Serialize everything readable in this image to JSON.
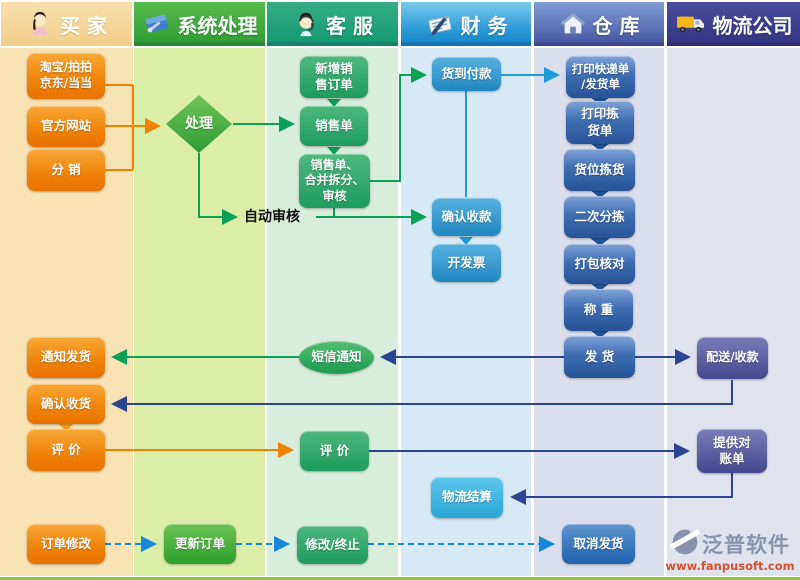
{
  "header": {
    "columns": [
      {
        "id": "buyer",
        "label": "买 家",
        "icon": "buyer-icon"
      },
      {
        "id": "system",
        "label": "系统处理",
        "icon": "system-icon"
      },
      {
        "id": "service",
        "label": "客 服",
        "icon": "service-icon"
      },
      {
        "id": "finance",
        "label": "财 务",
        "icon": "finance-icon"
      },
      {
        "id": "warehouse",
        "label": "仓 库",
        "icon": "warehouse-icon"
      },
      {
        "id": "logistics",
        "label": "物流公司",
        "icon": "logistics-icon"
      }
    ]
  },
  "nodes": {
    "taobao": {
      "label": "淘宝/拍拍\n京东/当当"
    },
    "website": {
      "label": "官方网站"
    },
    "distribution": {
      "label": "分 销"
    },
    "notify_ship": {
      "label": "通知发货"
    },
    "confirm_receive": {
      "label": "确认收货"
    },
    "review_buyer": {
      "label": "评 价"
    },
    "order_modify": {
      "label": "订单修改"
    },
    "process": {
      "label": "处理"
    },
    "auto_review": {
      "label": "自动审核"
    },
    "update_order": {
      "label": "更新订单"
    },
    "new_sales_order": {
      "label": "新增销\n售订单"
    },
    "sales_order": {
      "label": "销售单"
    },
    "sales_merge": {
      "label": "销售单、\n合并拆分、\n审核"
    },
    "sms_notify": {
      "label": "短信通知"
    },
    "review_service": {
      "label": "评 价"
    },
    "modify_stop": {
      "label": "修改/终止"
    },
    "cod": {
      "label": "货到付款"
    },
    "confirm_payment": {
      "label": "确认收款"
    },
    "invoice": {
      "label": "开发票"
    },
    "logistics_settle": {
      "label": "物流结算"
    },
    "print_express": {
      "label": "打印快递单\n/发货单"
    },
    "print_pick": {
      "label": "打印拣\n货单"
    },
    "location_pick": {
      "label": "货位拣货"
    },
    "second_sort": {
      "label": "二次分拣"
    },
    "pack_check": {
      "label": "打包核对"
    },
    "weigh": {
      "label": "称 重"
    },
    "ship": {
      "label": "发 货"
    },
    "cancel_ship": {
      "label": "取消发货"
    },
    "delivery_collect": {
      "label": "配送/收款"
    },
    "statement": {
      "label": "提供对\n账单"
    }
  },
  "logo": {
    "name": "泛普软件",
    "url": "www.fanpusoft.com"
  },
  "colors": {
    "lane_buyer": "#F9E2B4",
    "lane_system": "#DCEDA8",
    "lane_service": "#D9EDDC",
    "lane_finance": "#D7E9F4",
    "lane_warehouse": "#DADEED",
    "lane_logistics": "#E0E2EE",
    "header_buyer": "#F2CE8B",
    "header_system": "#2E9D35",
    "header_service": "#13996E",
    "header_finance": "#1384C8",
    "header_warehouse": "#44539E",
    "header_logistics": "#32347F",
    "box_orange": "#EF8208",
    "box_green": "#1E9B5E",
    "box_blue": "#2187C2",
    "box_navy": "#275398",
    "box_indigo": "#45478F",
    "arrow_green": "#0AA156",
    "arrow_orange": "#EF8200",
    "arrow_navy": "#2B4494",
    "arrow_dashed_blue": "#1787D8"
  }
}
